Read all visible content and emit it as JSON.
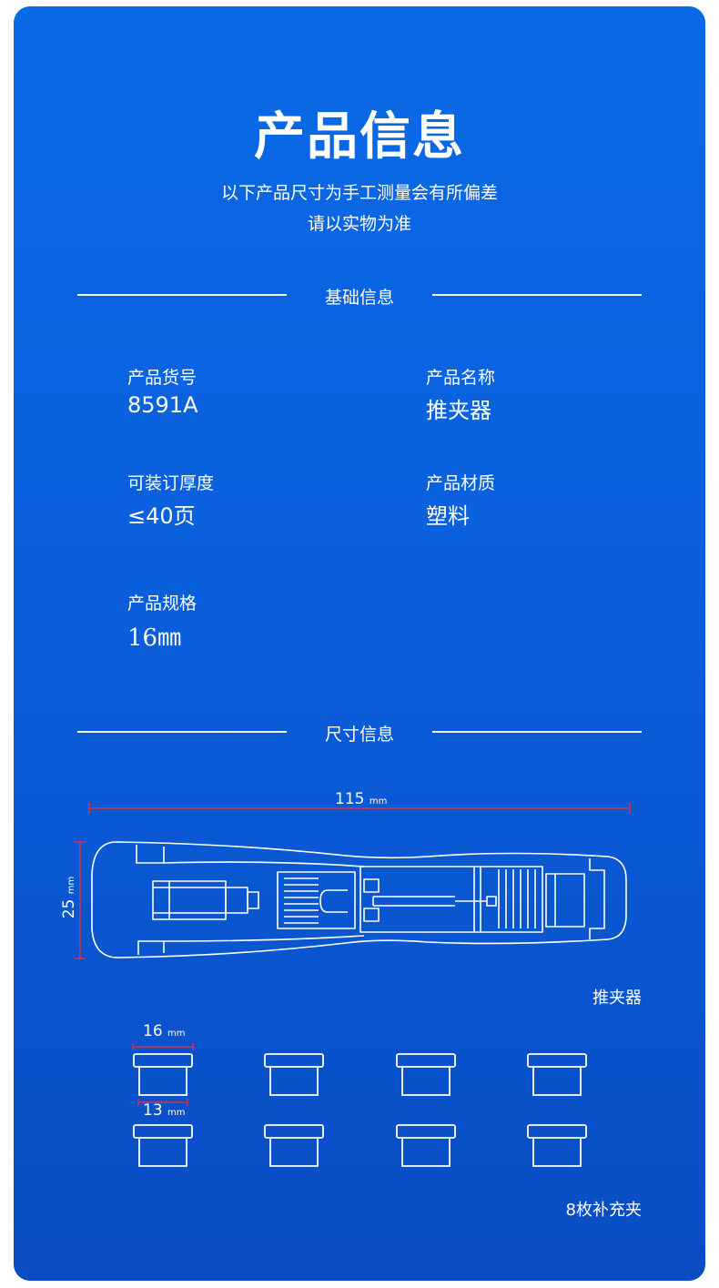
{
  "header": {
    "title": "产品信息",
    "subtitle_line1": "以下产品尺寸为手工测量会有所偏差",
    "subtitle_line2": "请以实物为准"
  },
  "basic_info": {
    "section_title": "基础信息",
    "fields": [
      {
        "label": "产品货号",
        "value": "8591A"
      },
      {
        "label": "产品名称",
        "value": "推夹器"
      },
      {
        "label": "可装订厚度",
        "value": "≤40页"
      },
      {
        "label": "产品材质",
        "value": "塑料"
      },
      {
        "label": "产品规格",
        "value": "16㎜"
      }
    ]
  },
  "size_info": {
    "section_title": "尺寸信息",
    "length_value": "115",
    "height_value": "25",
    "unit": "mm",
    "device_caption": "推夹器",
    "clip_width_value": "16",
    "clip_body_value": "13",
    "clips_caption": "8枚补充夹"
  },
  "colors": {
    "background_top": "#0a6ae6",
    "background_bottom": "#0a4cc2",
    "text": "#ffffff",
    "dimension_line": "#d9304a"
  }
}
